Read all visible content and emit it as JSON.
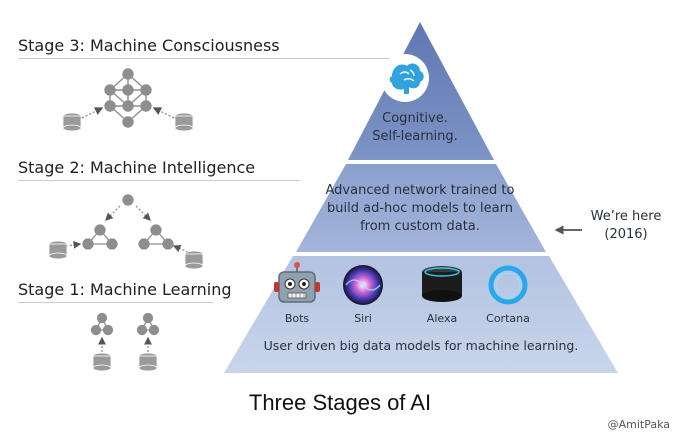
{
  "stages": [
    {
      "title": "Stage 3: Machine Consciousness"
    },
    {
      "title": "Stage 2: Machine Intelligence"
    },
    {
      "title": "Stage 1: Machine Learning"
    }
  ],
  "pyramid": {
    "top_text": [
      "Cognitive.",
      "Self-learning."
    ],
    "middle_text": [
      "Advanced network trained to",
      "build ad-hoc models to learn",
      "from custom data."
    ],
    "bottom_text": "User driven big data models for machine learning.",
    "assistants": [
      {
        "label": "Bots",
        "icon": "robot-icon"
      },
      {
        "label": "Siri",
        "icon": "siri-icon"
      },
      {
        "label": "Alexa",
        "icon": "echo-icon"
      },
      {
        "label": "Cortana",
        "icon": "cortana-icon"
      }
    ],
    "brain_icon": "brain-icon"
  },
  "marker": {
    "line1": "We’re here",
    "line2": "(2016)"
  },
  "caption": "Three Stages of AI",
  "credit": "@AmitPaka",
  "colors": {
    "tier_top": "#6f87bd",
    "tier_middle": "#96a9d2",
    "tier_bottom": "#bccbe5",
    "rule": "#c7cbd8",
    "icon_gray": "#8e8e8e"
  }
}
